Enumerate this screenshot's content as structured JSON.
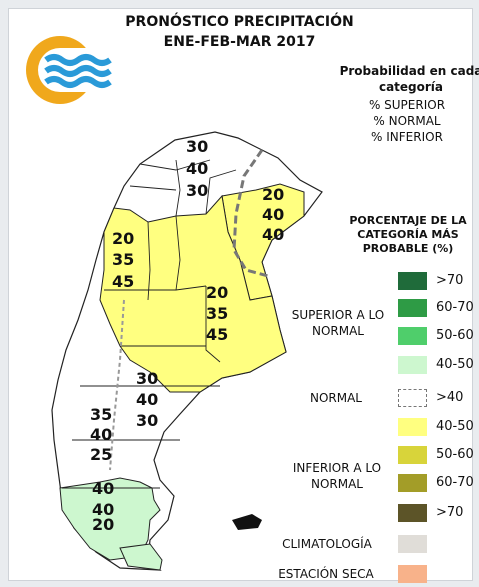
{
  "header": {
    "title": "PRONÓSTICO PRECIPITACIÓN",
    "subtitle": "ENE-FEB-MAR 2017"
  },
  "legend_probability": {
    "title": "Probabilidad en cada categoría",
    "lines": [
      "% SUPERIOR",
      "% NORMAL",
      "% INFERIOR"
    ]
  },
  "legend_percentage": {
    "title": "PORCENTAJE DE LA CATEGORÍA MÁS PROBABLE (%)",
    "groups": {
      "superior": "SUPERIOR A LO NORMAL",
      "normal": "NORMAL",
      "inferior": "INFERIOR A LO NORMAL",
      "climatologia": "CLIMATOLOGÍA",
      "estacion_seca": "ESTACIÓN SECA"
    },
    "items": [
      {
        "label": ">70",
        "color": "#1f6b3a"
      },
      {
        "label": "60-70",
        "color": "#2e9b45"
      },
      {
        "label": "50-60",
        "color": "#4fce6b"
      },
      {
        "label": "40-50",
        "color": "#cdf7cf"
      },
      {
        "label": ">40",
        "color": "#ffffff"
      },
      {
        "label": "40-50",
        "color": "#ffff80"
      },
      {
        "label": "50-60",
        "color": "#d8d43a"
      },
      {
        "label": "60-70",
        "color": "#a39d28"
      },
      {
        "label": ">70",
        "color": "#5c5428"
      }
    ],
    "climatologia_color": "#e0ddd8",
    "estacion_seca_color": "#f8b28a"
  },
  "map": {
    "region_nw": [
      "30",
      "40",
      "30"
    ],
    "region_ne": [
      "20",
      "40",
      "40"
    ],
    "region_w": [
      "20",
      "35",
      "45"
    ],
    "region_center": [
      "20",
      "35",
      "45"
    ],
    "region_patagonia_n": [
      "30",
      "40",
      "30"
    ],
    "region_patagonia_w": [
      "35",
      "40",
      "25"
    ],
    "region_south": [
      "40",
      "40",
      "20"
    ],
    "colors": {
      "inferior_40_50": "#ffff80",
      "superior_40_50": "#cdf7cf",
      "land": "#ffffff",
      "border": "#222222"
    }
  }
}
